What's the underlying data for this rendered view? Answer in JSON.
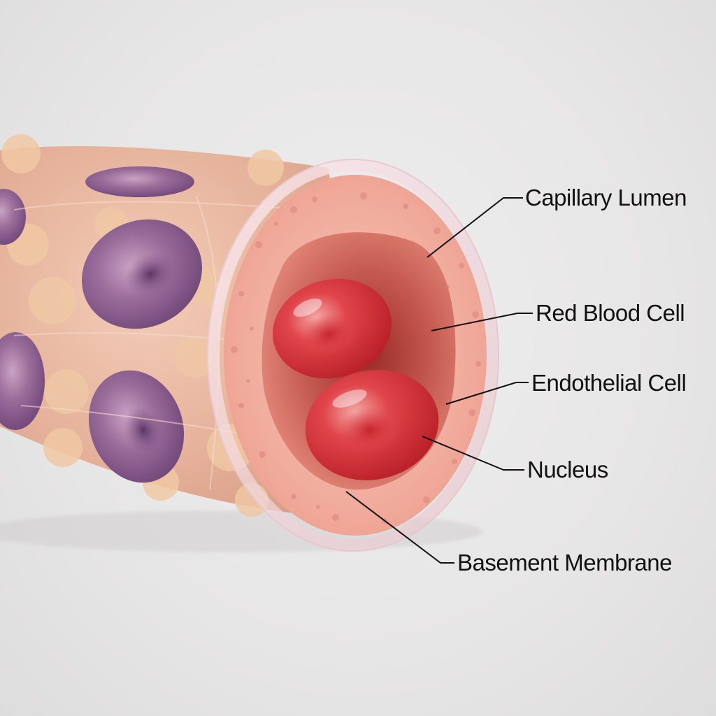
{
  "labels": {
    "capillary_lumen": "Capillary Lumen",
    "red_blood_cell": "Red Blood Cell",
    "endothelial_cell": "Endothelial Cell",
    "nucleus": "Nucleus",
    "basement_membrane": "Basement Membrane"
  },
  "colors": {
    "background": "#e9e8e8",
    "tube_outer": "#e8b79a",
    "tube_wall": "#f0a99c",
    "lumen_inner": "#b8463e",
    "red_blood_cell": "#d8333a",
    "purple_cell": "#8a5c8c",
    "leader_line": "#111111"
  }
}
